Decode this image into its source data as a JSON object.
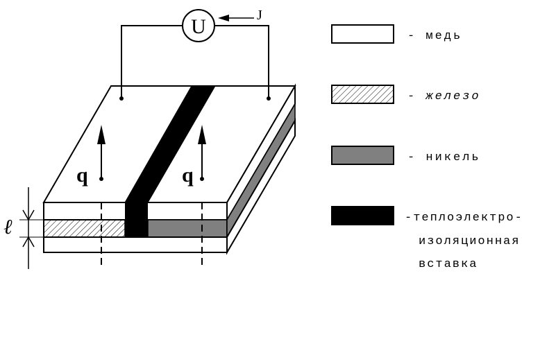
{
  "meter": {
    "symbol": "U",
    "current_label": "J"
  },
  "heat_flux_label": "q",
  "thickness_label": "ℓ",
  "legend": [
    {
      "swatch": "plain",
      "text": "- медь"
    },
    {
      "swatch": "hatch",
      "text": "- железо"
    },
    {
      "swatch": "gray",
      "text": "- никель"
    },
    {
      "swatch": "black",
      "lines": [
        "-теплоэлектро-",
        "изоляционная",
        "вставка"
      ]
    }
  ],
  "colors": {
    "line": "#000000",
    "nickel": "#808080",
    "insert": "#000000",
    "copper": "#ffffff"
  }
}
